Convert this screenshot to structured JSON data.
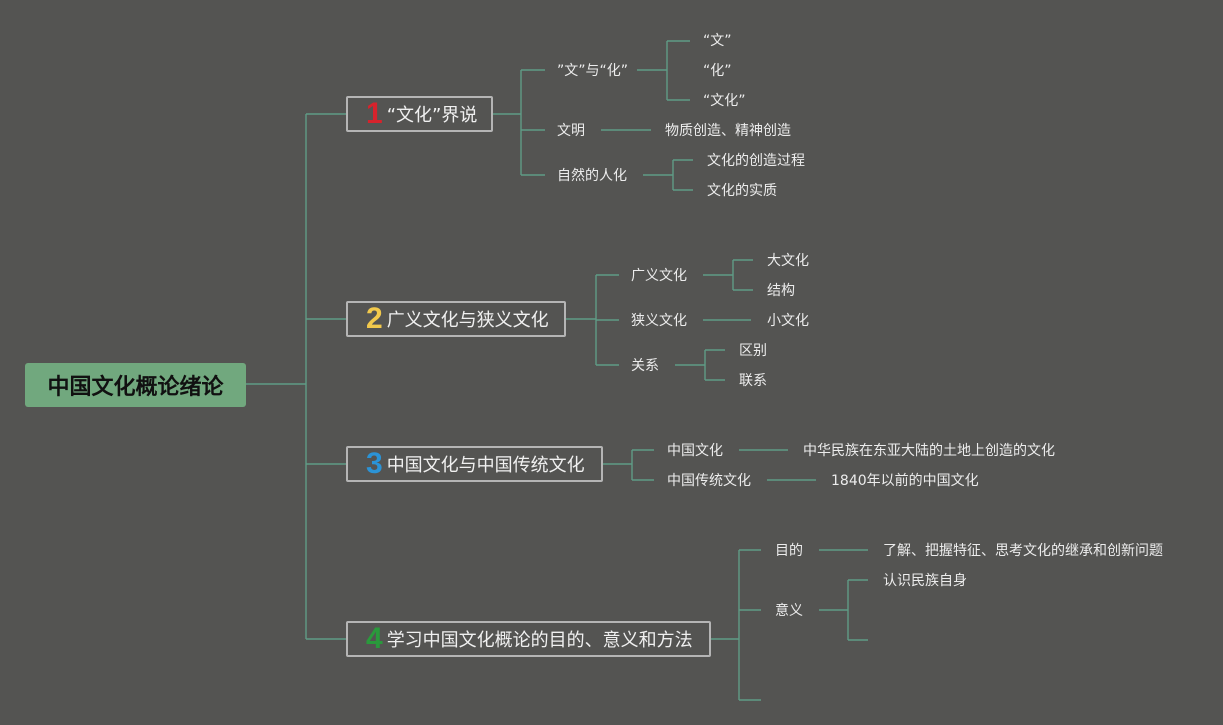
{
  "root": {
    "label": "中国文化概论绪论"
  },
  "colors": {
    "background": "#545452",
    "line": "#5f9c86",
    "root_fill": "#71a87e",
    "num1": "#d6232c",
    "num2": "#f2c94c",
    "num3": "#2b93d6",
    "num4": "#2a9a3c"
  },
  "branches": [
    {
      "num": "1",
      "label": "“文化”界说",
      "children": [
        {
          "label": "”文”与“化”",
          "children": [
            "“文”",
            "“化”",
            "“文化”"
          ]
        },
        {
          "label": "文明",
          "children": [
            "物质创造、精神创造"
          ]
        },
        {
          "label": "自然的人化",
          "children": [
            "文化的创造过程",
            "文化的实质"
          ]
        }
      ]
    },
    {
      "num": "2",
      "label": "广义文化与狭义文化",
      "children": [
        {
          "label": "广义文化",
          "children": [
            "大文化",
            "结构"
          ]
        },
        {
          "label": "狭义文化",
          "children": [
            "小文化"
          ]
        },
        {
          "label": "关系",
          "children": [
            "区别",
            "联系"
          ]
        }
      ]
    },
    {
      "num": "3",
      "label": "中国文化与中国传统文化",
      "children": [
        {
          "label": "中国文化",
          "children": [
            "中华民族在东亚大陆的土地上创造的文化"
          ]
        },
        {
          "label": "中国传统文化",
          "children": [
            "1840年以前的中国文化"
          ]
        }
      ]
    },
    {
      "num": "4",
      "label": "学习中国文化概论的目的、意义和方法",
      "children": [
        {
          "label": "目的",
          "children": [
            "了解、把握特征、思考文化的继承和创新问题"
          ]
        },
        {
          "label": "意义",
          "children": [
            "认识民族自身"
          ]
        }
      ]
    }
  ]
}
